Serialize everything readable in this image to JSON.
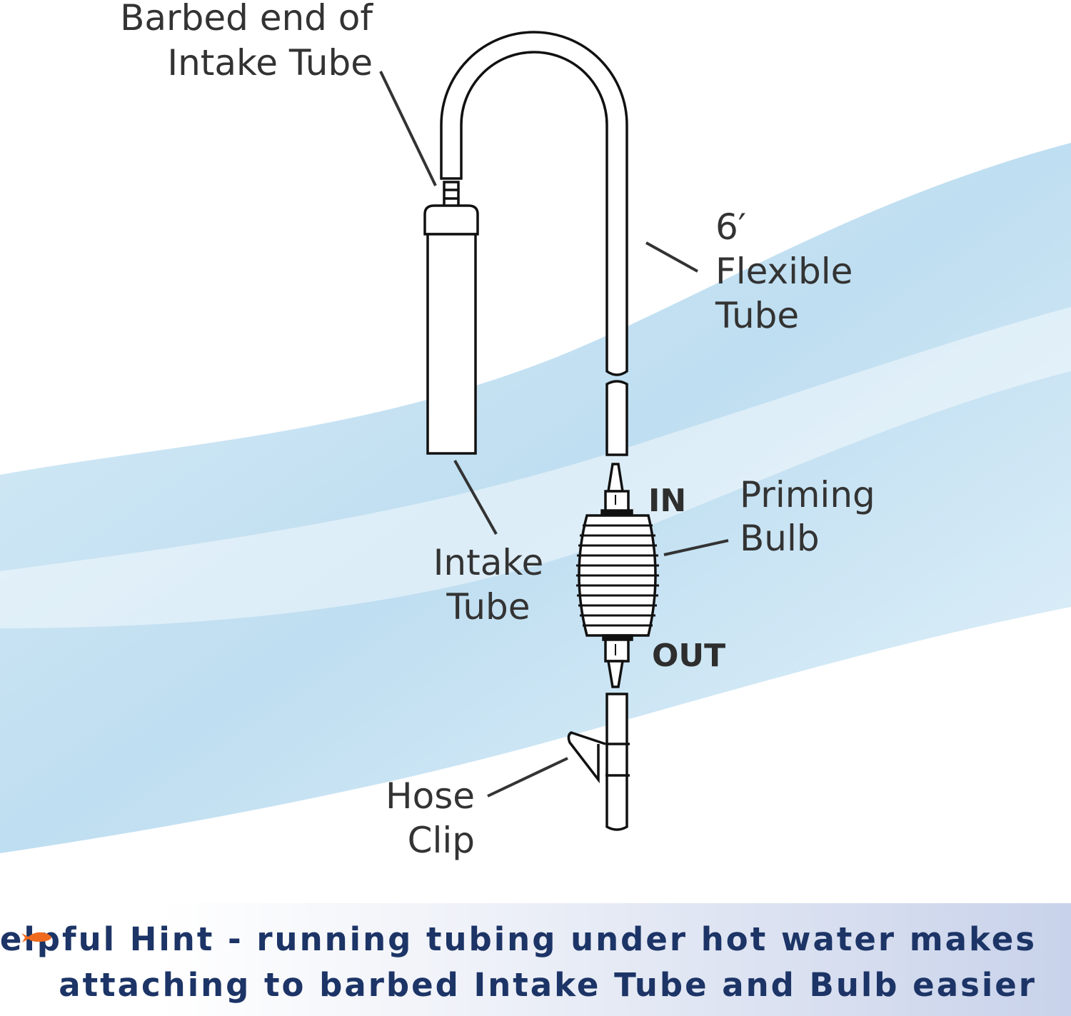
{
  "labels": {
    "barbed_end": [
      "Barbed end of",
      "Intake Tube"
    ],
    "flexible_tube": [
      "6′",
      "Flexible",
      "Tube"
    ],
    "intake_tube": [
      "Intake",
      "Tube"
    ],
    "priming_bulb": [
      "Priming",
      "Bulb"
    ],
    "in": "IN",
    "out": "OUT",
    "hose_clip": [
      "Hose",
      "Clip"
    ]
  },
  "hint": {
    "line1": "Helpful Hint - running tubing under hot water makes",
    "line2": "attaching to barbed Intake Tube and Bulb easier",
    "icon": "fish-icon"
  },
  "colors": {
    "hint_text": "#1c3466",
    "fish": "#f06a1d",
    "water": "#a9d3ec"
  }
}
